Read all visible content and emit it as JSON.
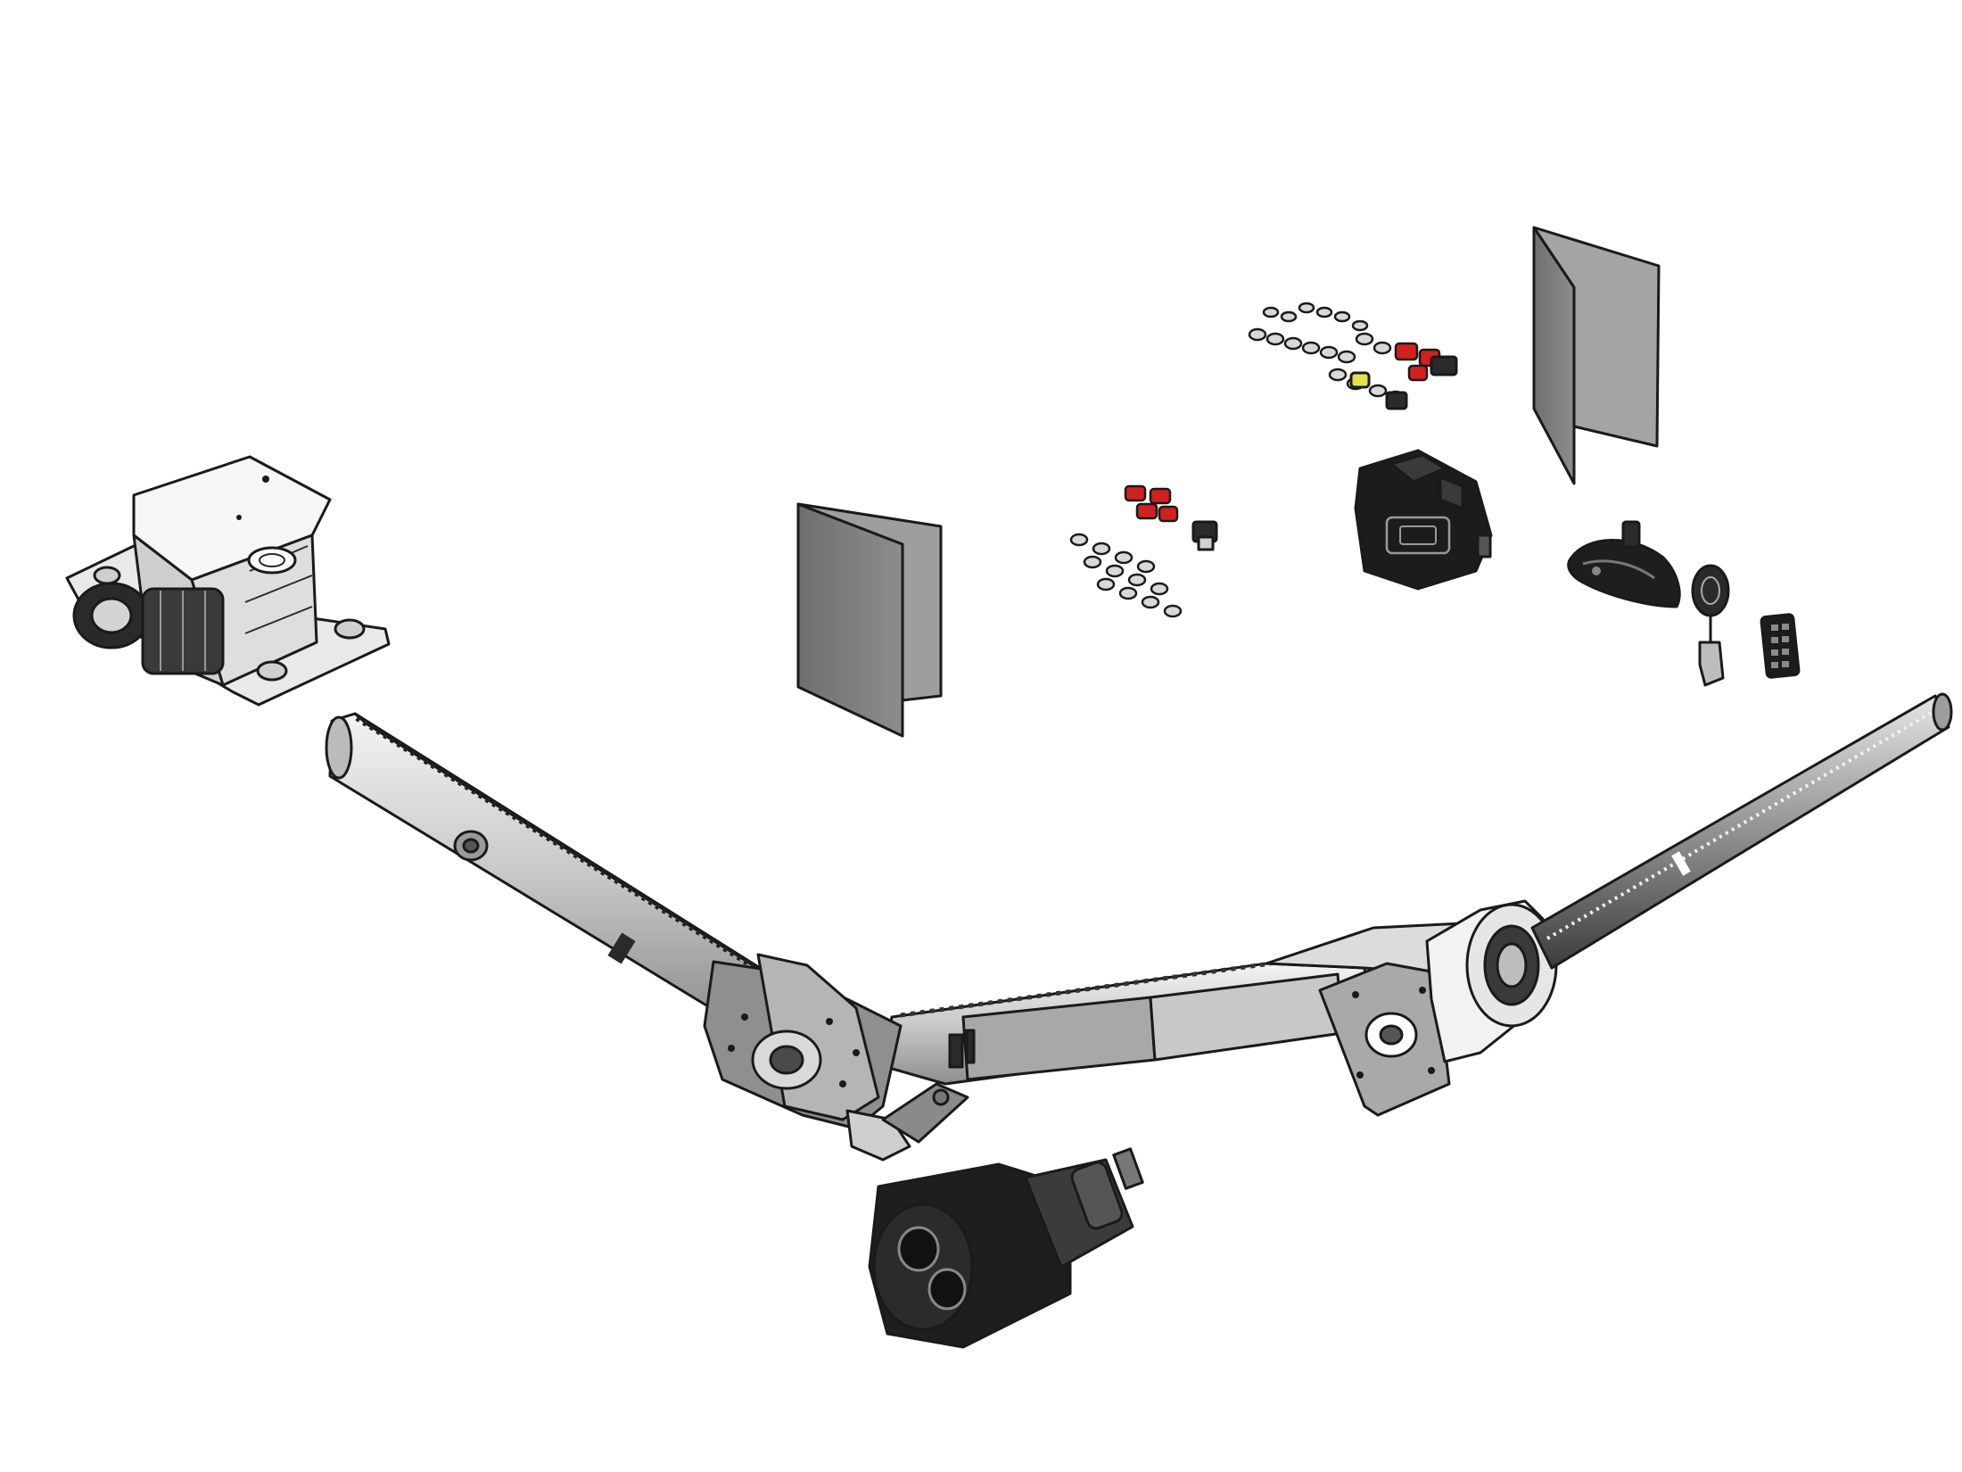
{
  "colors": {
    "background": "#ffffff",
    "outline": "#1a1a1a",
    "steel_light": "#eeeeee",
    "steel_mid": "#bdbdbd",
    "steel_dark": "#8a8a8a",
    "document_gray": "#7d7d7d",
    "black_part": "#1c1c1c",
    "red_part": "#d21f1f",
    "yellow_part": "#e8e04a"
  },
  "parts": [
    {
      "id": "winch-motor-housing",
      "icon": "motor-housing-icon"
    },
    {
      "id": "left-rack-arm",
      "icon": "rack-arm-icon"
    },
    {
      "id": "central-hinge-joint",
      "icon": "hinge-joint-icon"
    },
    {
      "id": "center-arm-beam",
      "icon": "beam-icon"
    },
    {
      "id": "rotary-joint-housing",
      "icon": "rotary-housing-icon"
    },
    {
      "id": "right-drive-shaft",
      "icon": "shaft-icon"
    },
    {
      "id": "drive-motor",
      "icon": "motor-icon"
    },
    {
      "id": "instruction-booklet-left",
      "icon": "booklet-icon"
    },
    {
      "id": "instruction-booklet-right",
      "icon": "booklet-icon"
    },
    {
      "id": "fastener-kit-small",
      "icon": "fastener-icon"
    },
    {
      "id": "fastener-kit-large",
      "icon": "fastener-icon"
    },
    {
      "id": "control-box",
      "icon": "control-box-icon"
    },
    {
      "id": "mouse-remote",
      "icon": "remote-icon"
    },
    {
      "id": "key-fob",
      "icon": "key-fob-icon"
    },
    {
      "id": "keypad",
      "icon": "keypad-icon"
    }
  ]
}
